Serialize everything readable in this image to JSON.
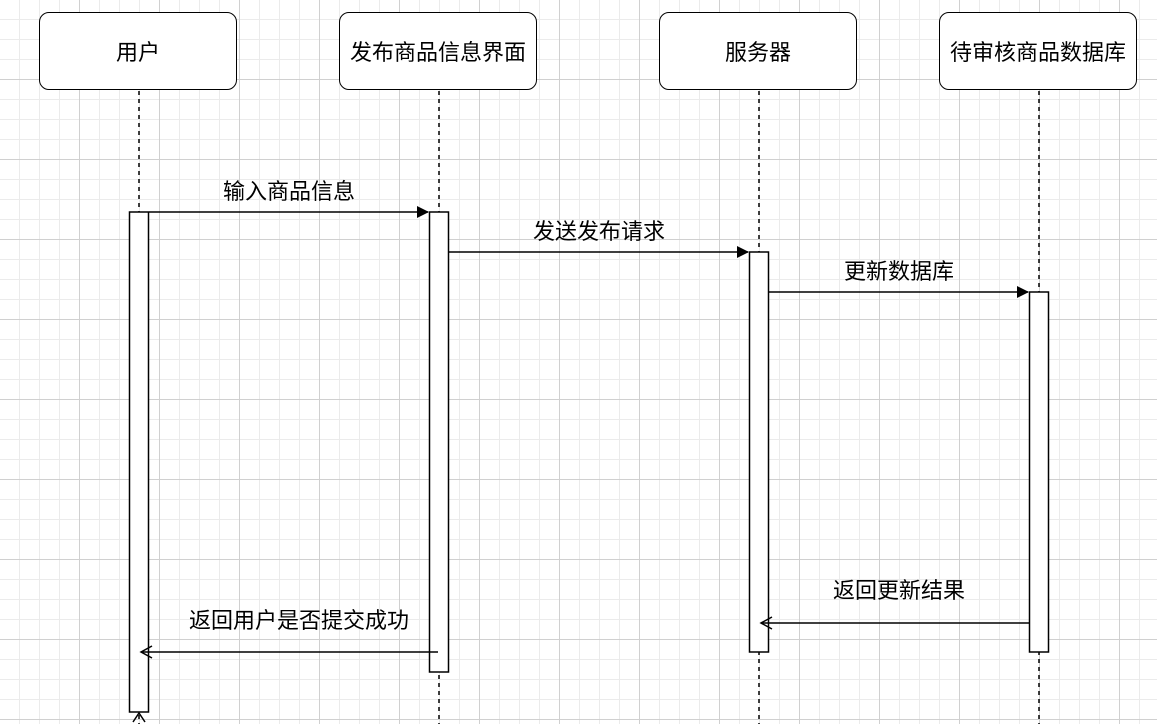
{
  "actors": [
    {
      "label": "用户"
    },
    {
      "label": "发布商品信息界面"
    },
    {
      "label": "服务器"
    },
    {
      "label": "待审核商品数据库"
    }
  ],
  "messages": [
    {
      "label": "输入商品信息"
    },
    {
      "label": "发送发布请求"
    },
    {
      "label": "更新数据库"
    },
    {
      "label": "返回更新结果"
    },
    {
      "label": "返回用户是否提交成功"
    }
  ],
  "colors": {
    "line": "#000000",
    "grid_major": "#d0d0d0",
    "grid_minor": "#ebebeb",
    "background": "#ffffff"
  }
}
